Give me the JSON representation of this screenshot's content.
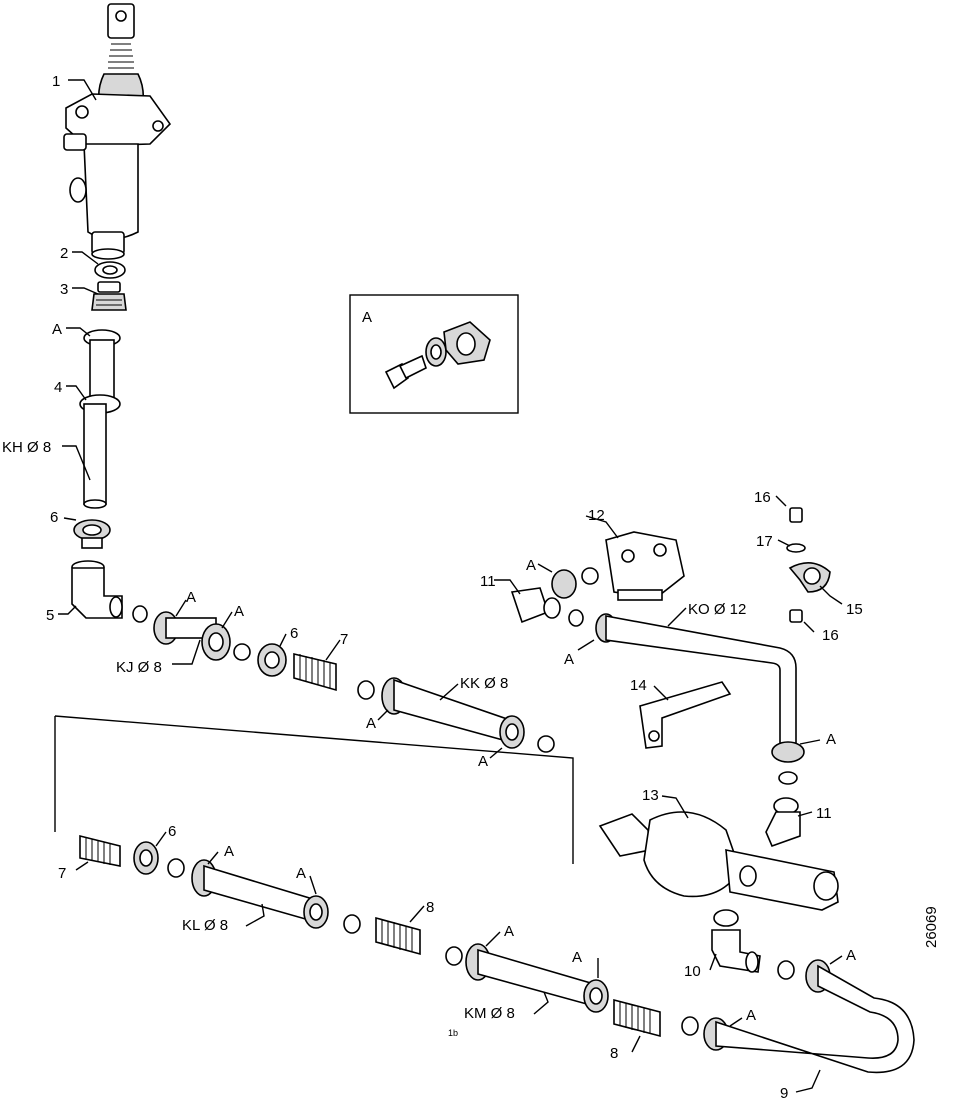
{
  "labels": {
    "l1": "1",
    "l2": "2",
    "l3": "3",
    "lA1": "A",
    "l4": "4",
    "kh": "KH Ø 8",
    "l6a": "6",
    "l5": "5",
    "lA2": "A",
    "lA3": "A",
    "kj": "KJ Ø 8",
    "l6b": "6",
    "l7a": "7",
    "kk": "KK Ø 8",
    "lA4": "A",
    "lA5": "A",
    "boxA": "A",
    "l12": "12",
    "lA6": "A",
    "l11a": "11",
    "ko": "KO Ø 12",
    "lA7": "A",
    "l16a": "16",
    "l17": "17",
    "l15": "15",
    "l16b": "16",
    "l14": "14",
    "lA8": "A",
    "l13": "13",
    "l11b": "11",
    "l6c": "6",
    "lA9": "A",
    "l7b": "7",
    "lA10": "A",
    "kl": "KL Ø 8",
    "l8a": "8",
    "lA11": "A",
    "km": "KM Ø 8",
    "lA12": "A",
    "l8b": "8",
    "lA13": "A",
    "l10": "10",
    "lA14": "A",
    "l9": "9",
    "small": "1b",
    "ref": "26069"
  }
}
